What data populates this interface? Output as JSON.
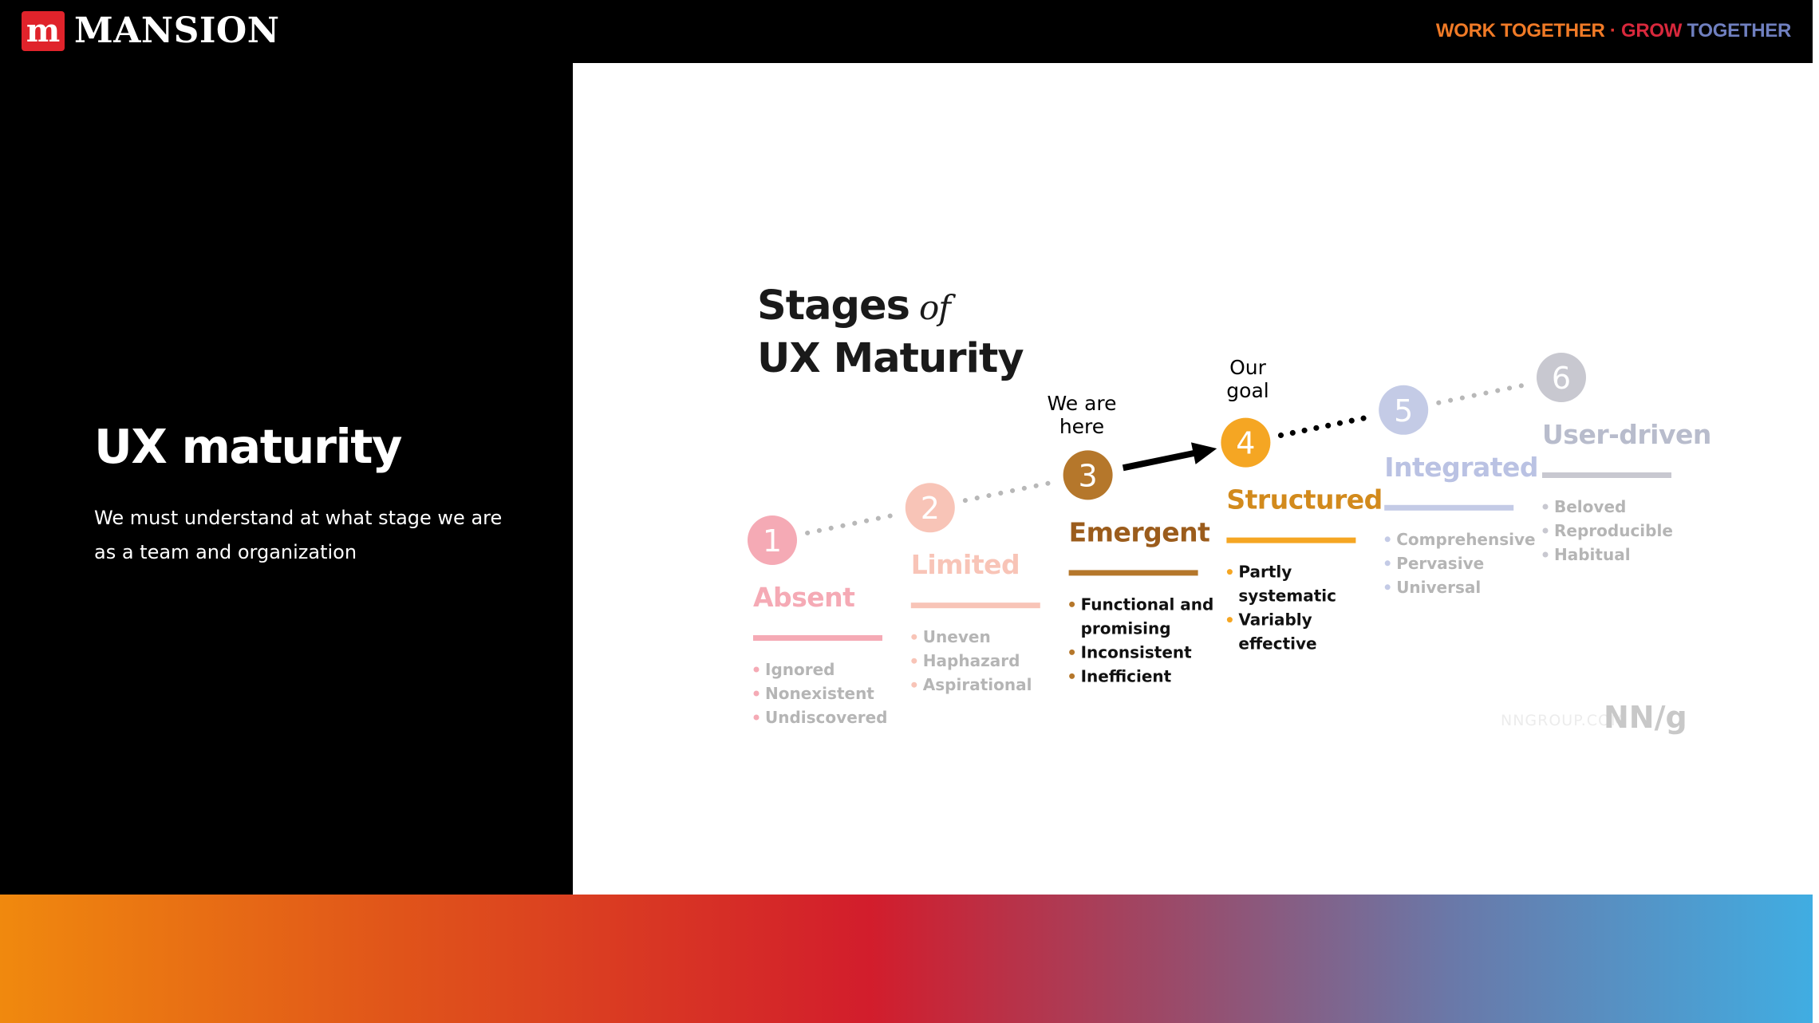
{
  "brand": {
    "name": "MANSION",
    "logo_glyph": "m"
  },
  "tagline": {
    "work": "WORK TOGETHER",
    "sep": " · ",
    "grow": "GROW",
    "together": " TOGETHER"
  },
  "slide": {
    "title": "UX maturity",
    "subtitle": "We must understand at what stage we are as a team and organization"
  },
  "diagram": {
    "title_stages": "Stages",
    "title_of": "of",
    "title_line2": "UX Maturity",
    "annotations": {
      "here_1": "We are",
      "here_2": "here",
      "goal_1": "Our",
      "goal_2": "goal"
    },
    "footer_site": "NNGROUP.COM",
    "footer_logo": "NN/g",
    "stages": [
      {
        "number": "1",
        "name": "Absent",
        "color": "#f5aab5",
        "name_color": "#f5aab5",
        "text_color": "#b5b5b5",
        "traits": [
          "Ignored",
          "Nonexistent",
          "Undiscovered"
        ]
      },
      {
        "number": "2",
        "name": "Limited",
        "color": "#f8c4b7",
        "name_color": "#f8c4b7",
        "text_color": "#b5b5b5",
        "traits": [
          "Uneven",
          "Haphazard",
          "Aspirational"
        ]
      },
      {
        "number": "3",
        "name": "Emergent",
        "color": "#b5772b",
        "name_color": "#9b5c1c",
        "text_color": "#111111",
        "traits": [
          "Functional and",
          "promising",
          "Inconsistent",
          "Inefficient"
        ]
      },
      {
        "number": "4",
        "name": "Structured",
        "color": "#f5a623",
        "name_color": "#d28a1c",
        "text_color": "#111111",
        "traits": [
          "Partly",
          "systematic",
          "Variably",
          "effective"
        ]
      },
      {
        "number": "5",
        "name": "Integrated",
        "color": "#c4cbe6",
        "name_color": "#bac2e3",
        "text_color": "#b5b5b5",
        "traits": [
          "Comprehensive",
          "Pervasive",
          "Universal"
        ]
      },
      {
        "number": "6",
        "name": "User-driven",
        "color": "#c8c8d0",
        "name_color": "#b8bccc",
        "text_color": "#b5b5b5",
        "traits": [
          "Beloved",
          "Reproducible",
          "Habitual"
        ]
      }
    ]
  }
}
